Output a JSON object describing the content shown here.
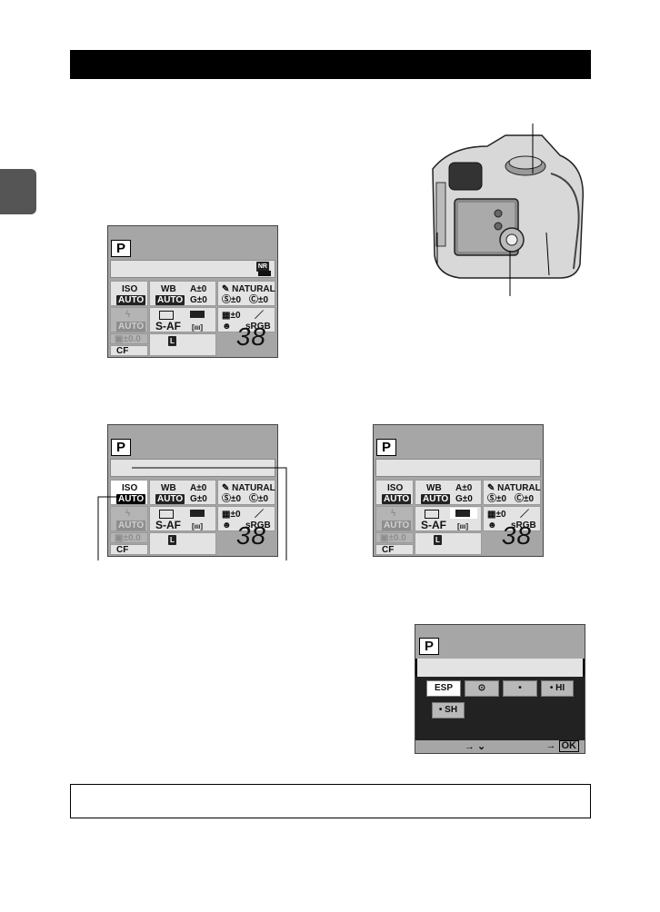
{
  "lcd": {
    "mode": "P",
    "nr": "NR",
    "iso_label": "ISO",
    "iso_value": "AUTO",
    "wb_label": "WB",
    "wb_value": "AUTO",
    "wb_a": "A±0",
    "wb_g": "G±0",
    "picture_mode": "NATURAL",
    "sharp": "±0",
    "contrast": "±0",
    "sat": "±0",
    "flash_value": "AUTO",
    "af_mode": "S-AF",
    "af_area": "[ııı]",
    "color_space": "sRGB",
    "flash_comp": "±0.0",
    "card": "CF",
    "shots": "38",
    "record_mode": "L"
  },
  "metering": {
    "mode": "P",
    "options": [
      "ESP",
      "⊙",
      "•",
      "• HI",
      "• SH"
    ],
    "foot_arrow": "→",
    "foot_ok": "OK"
  }
}
